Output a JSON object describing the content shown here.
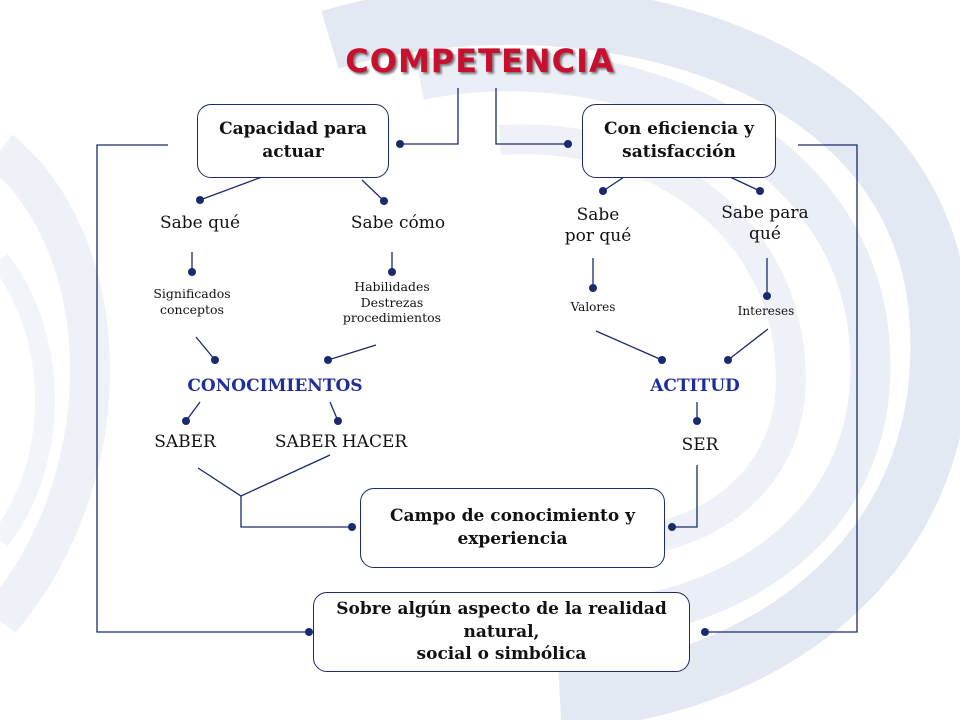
{
  "title": "COMPETENCIA",
  "boxes": {
    "capacidad": "Capacidad para\nactuar",
    "eficiencia": "Con eficiencia y\nsatisfacción",
    "campo": "Campo de conocimiento y\nexperiencia",
    "realidad": "Sobre algún aspecto de la realidad natural,\nsocial o simbólica"
  },
  "left": {
    "sabe_que": "Sabe qué",
    "sabe_como": "Sabe cómo",
    "significados": "Significados\nconceptos",
    "habilidades": "Habilidades\nDestrezas\nprocedimientos",
    "conocimientos": "CONOCIMIENTOS",
    "saber": "SABER",
    "saber_hacer": "SABER HACER"
  },
  "right": {
    "sabe_por_que": "Sabe\npor qué",
    "sabe_para_que": "Sabe para\nqué",
    "valores": "Valores",
    "intereses": "Intereses",
    "actitud": "ACTITUD",
    "ser": "SER"
  },
  "colors": {
    "title": "#c8102e",
    "lines": "#1a2a6c",
    "heading": "#1f2f9a"
  }
}
